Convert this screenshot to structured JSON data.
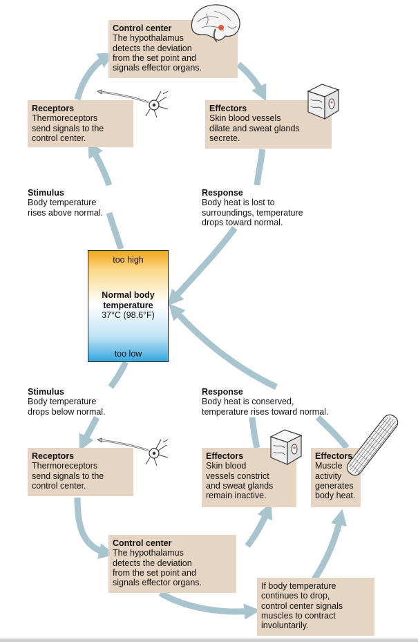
{
  "colors": {
    "arrow": "#a8c4cf",
    "box": "#e6d5c3",
    "too_high": "#f2a81c",
    "too_low": "#35a7e0"
  },
  "top": {
    "control": {
      "title": "Control center",
      "body": "The hypothalamus\ndetects the deviation\nfrom the set point and\nsignals effector organs."
    },
    "receptors": {
      "title": "Receptors",
      "body": "Thermoreceptors\nsend signals to the\ncontrol center."
    },
    "effectors": {
      "title": "Effectors",
      "body": "Skin blood vessels\ndilate and sweat glands\nsecrete."
    },
    "stimulus": {
      "title": "Stimulus",
      "body": "Body temperature\nrises above normal."
    },
    "response": {
      "title": "Response",
      "body": "Body heat is lost to\nsurroundings, temperature\ndrops toward normal."
    }
  },
  "thermometer": {
    "too_high": "too high",
    "title": "Normal body\ntemperature",
    "value": "37°C (98.6°F)",
    "too_low": "too low"
  },
  "bottom": {
    "stimulus": {
      "title": "Stimulus",
      "body": "Body temperature\ndrops below normal."
    },
    "response": {
      "title": "Response",
      "body": "Body heat is conserved,\ntemperature rises toward normal."
    },
    "receptors": {
      "title": "Receptors",
      "body": "Thermoreceptors\nsend signals to the\ncontrol center."
    },
    "effectors_skin": {
      "title": "Effectors",
      "body": "Skin blood\nvessels constrict\nand sweat glands\nremain inactive."
    },
    "effectors_muscle": {
      "title": "Effectors",
      "body": "Muscle\nactivity\ngenerates\nbody heat."
    },
    "control": {
      "title": "Control center",
      "body": "The hypothalamus\ndetects the deviation\nfrom the set point and\nsignals effector organs."
    },
    "shiver": {
      "body": "If body temperature\ncontinues to drop,\ncontrol center signals\nmuscles to contract\ninvoluntarily."
    }
  },
  "icons": [
    "brain-icon",
    "neuron-icon",
    "skin-section-icon",
    "muscle-fiber-icon"
  ]
}
